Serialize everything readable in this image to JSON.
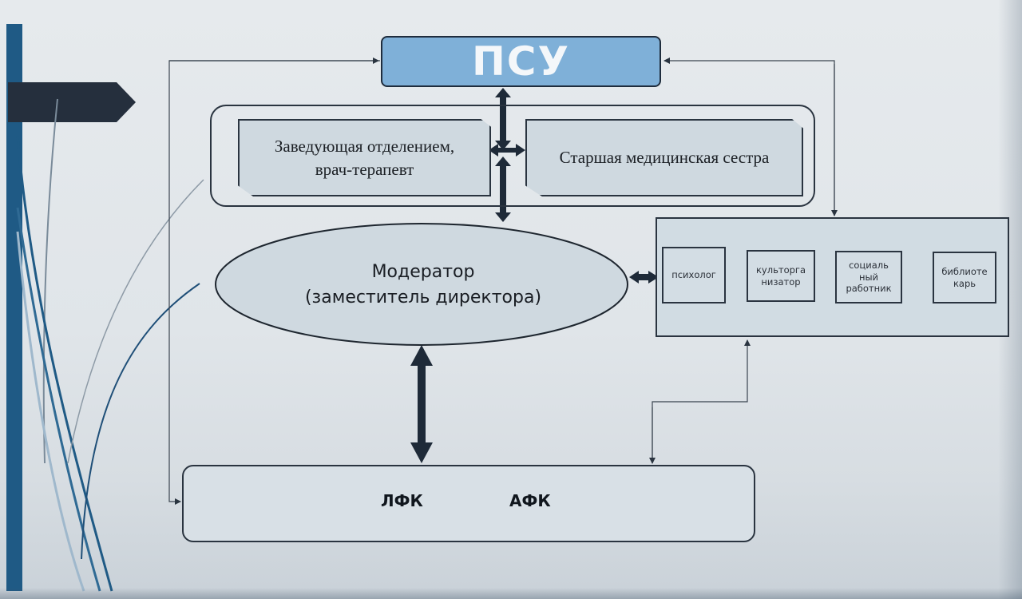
{
  "diagram": {
    "top_node": {
      "label": "ПСУ",
      "color": "#7fb0d8"
    },
    "leadership": {
      "head": {
        "lines": [
          "Заведующая отделением,",
          "врач-терапевт"
        ]
      },
      "senior_nurse": {
        "label": "Старшая медицинская сестра"
      }
    },
    "moderator": {
      "lines": [
        "Модератор",
        "(заместитель директора)"
      ]
    },
    "specialists": [
      {
        "lines": [
          "психолог"
        ]
      },
      {
        "lines": [
          "культорга",
          "низатор"
        ]
      },
      {
        "lines": [
          "социаль",
          "ный",
          "работник"
        ]
      },
      {
        "lines": [
          "библиоте",
          "карь"
        ]
      }
    ],
    "bottom_node": {
      "left": "ЛФК",
      "right": "АФК"
    },
    "colors": {
      "accent_blue": "#1f5a85",
      "dark_navy": "#252f3d",
      "box_fill": "#d1dce3",
      "outline": "#2a3440"
    }
  }
}
